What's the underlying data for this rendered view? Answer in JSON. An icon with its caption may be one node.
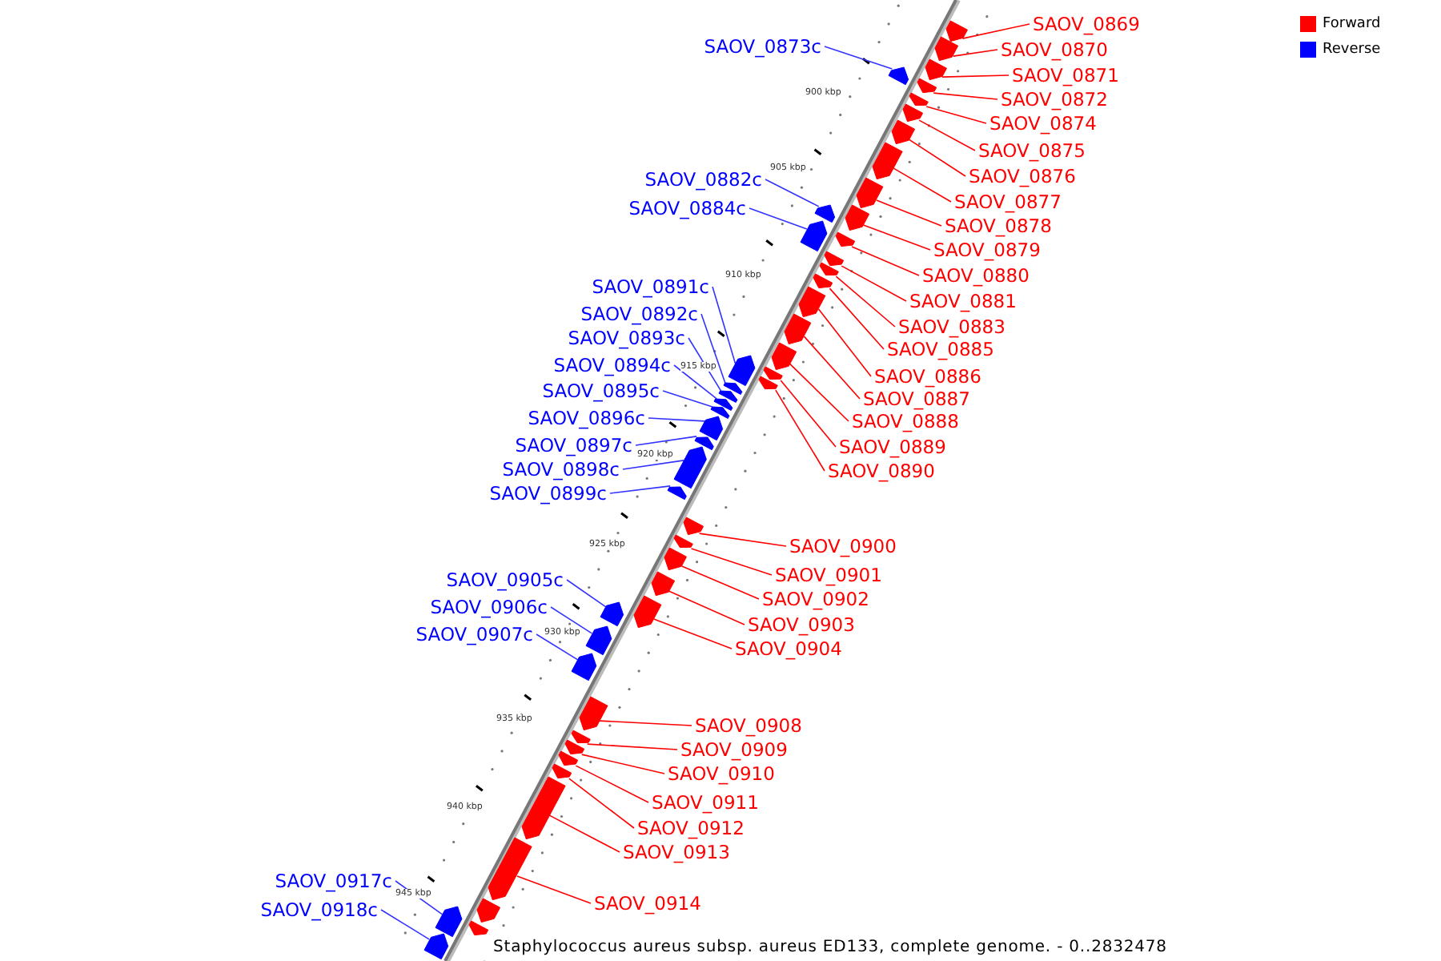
{
  "diagram": {
    "caption": "Staphylococcus aureus subsp. aureus ED133, complete genome. - 0..2832478",
    "nodes": [
      {
        "text": [
          "SAOV_0869"
        ]
      },
      {
        "text": [],
        "shape": "arrow"
      },
      {
        "text": [
          "SAOV_0873c"
        ]
      },
      {
        "text": [],
        "shape": "arrow"
      },
      {
        "text": [
          "SAOV_0870"
        ]
      },
      {
        "text": [],
        "shape": "arrow"
      },
      {
        "text": [
          "SAOV_0871"
        ]
      },
      {
        "text": [],
        "shape": "arrow"
      },
      {
        "text": [
          "SAOV_0872"
        ]
      },
      {
        "text": [],
        "shape": "arrow"
      },
      {
        "text": [
          "SAOV_0874"
        ]
      },
      {
        "text": [],
        "shape": "arrow"
      },
      {
        "text": [
          "SAOV_0875"
        ]
      },
      {
        "text": [],
        "shape": "arrow"
      },
      {
        "text": [
          "SAOV_0876"
        ]
      },
      {
        "text": [],
        "shape": "arrow"
      },
      {
        "text": [
          "SAOV_0882c"
        ]
      },
      {
        "text": [],
        "shape": "arrow"
      },
      {
        "text": [
          "SAOV_0877"
        ]
      },
      {
        "text": [],
        "shape": "arrow"
      },
      {
        "text": [
          "SAOV_0884c"
        ]
      },
      {
        "text": [],
        "shape": "arrow"
      },
      {
        "text": [
          "SAOV_0878"
        ]
      },
      {
        "text": [],
        "shape": "arrow"
      },
      {
        "text": [
          "SAOV_0879"
        ]
      },
      {
        "text": [],
        "shape": "arrow"
      },
      {
        "text": [
          "SAOV_0880"
        ]
      },
      {
        "text": [],
        "shape": "arrow"
      },
      {
        "text": [
          "SAOV_0891c"
        ]
      },
      {
        "text": [],
        "shape": "arrow"
      },
      {
        "text": [
          "SAOV_0881"
        ]
      },
      {
        "text": [],
        "shape": "arrow"
      },
      {
        "text": [
          "SAOV_0892c"
        ]
      },
      {
        "text": [],
        "shape": "arrow"
      },
      {
        "text": [
          "SAOV_0883"
        ]
      },
      {
        "text": [],
        "shape": "arrow"
      },
      {
        "text": [
          "SAOV_0893c"
        ]
      },
      {
        "text": [],
        "shape": "arrow"
      },
      {
        "text": [
          "SAOV_0885"
        ]
      },
      {
        "text": [],
        "shape": "arrow"
      },
      {
        "text": [
          "SAOV_0894c"
        ]
      },
      {
        "text": [],
        "shape": "arrow"
      },
      {
        "text": [
          "SAOV_0886"
        ]
      },
      {
        "text": [],
        "shape": "arrow"
      },
      {
        "text": [
          "SAOV_0895c"
        ]
      },
      {
        "text": [],
        "shape": "arrow"
      },
      {
        "text": [
          "SAOV_0887"
        ]
      },
      {
        "text": [],
        "shape": "arrow"
      },
      {
        "text": [
          "SAOV_0896c"
        ]
      },
      {
        "text": [],
        "shape": "arrow"
      },
      {
        "text": [
          "SAOV_0888"
        ]
      },
      {
        "text": [],
        "shape": "arrow"
      },
      {
        "text": [
          "SAOV_0897c"
        ]
      },
      {
        "text": [],
        "shape": "arrow"
      },
      {
        "text": [
          "SAOV_0889"
        ]
      },
      {
        "text": [],
        "shape": "arrow"
      },
      {
        "text": [
          "SAOV_0898c"
        ]
      },
      {
        "text": [],
        "shape": "arrow"
      },
      {
        "text": [
          "SAOV_0890"
        ]
      },
      {
        "text": [],
        "shape": "arrow"
      },
      {
        "text": [
          "SAOV_0899c"
        ]
      },
      {
        "text": [],
        "shape": "arrow"
      },
      {
        "text": [
          "SAOV_0900"
        ]
      },
      {
        "text": [],
        "shape": "arrow"
      },
      {
        "text": [
          "SAOV_0901"
        ]
      },
      {
        "text": [],
        "shape": "arrow"
      },
      {
        "text": [
          "SAOV_0905c"
        ]
      },
      {
        "text": [],
        "shape": "arrow"
      },
      {
        "text": [
          "SAOV_0902"
        ]
      },
      {
        "text": [],
        "shape": "arrow"
      },
      {
        "text": [
          "SAOV_0906c"
        ]
      },
      {
        "text": [],
        "shape": "arrow"
      },
      {
        "text": [
          "SAOV_0903"
        ]
      },
      {
        "text": [],
        "shape": "arrow"
      },
      {
        "text": [
          "SAOV_0907c"
        ]
      },
      {
        "text": [],
        "shape": "arrow"
      },
      {
        "text": [
          "SAOV_0904"
        ]
      },
      {
        "text": [],
        "shape": "arrow"
      },
      {
        "text": [
          "SAOV_0908"
        ]
      },
      {
        "text": [],
        "shape": "arrow"
      },
      {
        "text": [
          "SAOV_0909"
        ]
      },
      {
        "text": [],
        "shape": "arrow"
      },
      {
        "text": [
          "SAOV_0910"
        ]
      },
      {
        "text": [],
        "shape": "arrow"
      },
      {
        "text": [
          "SAOV_0911"
        ]
      },
      {
        "text": [],
        "shape": "arrow"
      },
      {
        "text": [
          "SAOV_0912"
        ]
      },
      {
        "text": [],
        "shape": "arrow"
      },
      {
        "text": [
          "SAOV_0913"
        ]
      },
      {
        "text": [],
        "shape": "arrow"
      },
      {
        "text": [
          "SAOV_0917c"
        ]
      },
      {
        "text": [],
        "shape": "arrow"
      },
      {
        "text": [
          "SAOV_0914"
        ]
      },
      {
        "text": [],
        "shape": "arrow"
      },
      {
        "text": [
          "SAOV_0918c"
        ]
      },
      {
        "text": [],
        "shape": "arrow"
      },
      {
        "text": [],
        "shape": "arrow"
      },
      {
        "text": [],
        "shape": "arrow"
      }
    ],
    "edges": [
      {
        "from": 0,
        "to": 1,
        "arrow": "none"
      },
      {
        "from": 2,
        "to": 3,
        "arrow": "none",
        "color": "#3333ff"
      },
      {
        "from": 4,
        "to": 5,
        "arrow": "none"
      },
      {
        "from": 6,
        "to": 7,
        "arrow": "none"
      },
      {
        "from": 8,
        "to": 9,
        "arrow": "none"
      },
      {
        "from": 10,
        "to": 11,
        "arrow": "none"
      },
      {
        "from": 12,
        "to": 13,
        "arrow": "none"
      },
      {
        "from": 14,
        "to": 15,
        "arrow": "none"
      },
      {
        "from": 16,
        "to": 17,
        "arrow": "none",
        "color": "#3333ff"
      },
      {
        "from": 18,
        "to": 19,
        "arrow": "none"
      },
      {
        "from": 20,
        "to": 21,
        "arrow": "none",
        "color": "#3333ff"
      },
      {
        "from": 22,
        "to": 23,
        "arrow": "none"
      },
      {
        "from": 24,
        "to": 25,
        "arrow": "none"
      },
      {
        "from": 26,
        "to": 27,
        "arrow": "none"
      },
      {
        "from": 28,
        "to": 29,
        "arrow": "none",
        "color": "#3333ff"
      },
      {
        "from": 30,
        "to": 31,
        "arrow": "none"
      },
      {
        "from": 32,
        "to": 33,
        "arrow": "none",
        "color": "#3333ff"
      },
      {
        "from": 34,
        "to": 35,
        "arrow": "none"
      },
      {
        "from": 36,
        "to": 37,
        "arrow": "none",
        "color": "#3333ff"
      },
      {
        "from": 38,
        "to": 39,
        "arrow": "none"
      },
      {
        "from": 40,
        "to": 41,
        "arrow": "none",
        "color": "#3333ff"
      },
      {
        "from": 42,
        "to": 43,
        "arrow": "none"
      },
      {
        "from": 44,
        "to": 45,
        "arrow": "none",
        "color": "#3333ff"
      },
      {
        "from": 46,
        "to": 47,
        "arrow": "none"
      },
      {
        "from": 48,
        "to": 49,
        "arrow": "none",
        "color": "#3333ff"
      },
      {
        "from": 50,
        "to": 51,
        "arrow": "none"
      },
      {
        "from": 52,
        "to": 53,
        "arrow": "none",
        "color": "#3333ff"
      },
      {
        "from": 54,
        "to": 55,
        "arrow": "none"
      },
      {
        "from": 56,
        "to": 57,
        "arrow": "none",
        "color": "#3333ff"
      },
      {
        "from": 58,
        "to": 59,
        "arrow": "none"
      },
      {
        "from": 60,
        "to": 61,
        "arrow": "none",
        "color": "#3333ff"
      },
      {
        "from": 62,
        "to": 63,
        "arrow": "none"
      },
      {
        "from": 64,
        "to": 65,
        "arrow": "none"
      },
      {
        "from": 66,
        "to": 67,
        "arrow": "none",
        "color": "#3333ff"
      },
      {
        "from": 68,
        "to": 69,
        "arrow": "none"
      },
      {
        "from": 70,
        "to": 71,
        "arrow": "none",
        "color": "#3333ff"
      },
      {
        "from": 72,
        "to": 73,
        "arrow": "none"
      },
      {
        "from": 74,
        "to": 75,
        "arrow": "none",
        "color": "#3333ff"
      },
      {
        "from": 76,
        "to": 77,
        "arrow": "none"
      },
      {
        "from": 78,
        "to": 79,
        "arrow": "none"
      },
      {
        "from": 80,
        "to": 81,
        "arrow": "none"
      },
      {
        "from": 82,
        "to": 83,
        "arrow": "none"
      },
      {
        "from": 84,
        "to": 85,
        "arrow": "none"
      },
      {
        "from": 86,
        "to": 87,
        "arrow": "none"
      },
      {
        "from": 88,
        "to": 89,
        "arrow": "none"
      },
      {
        "from": 90,
        "to": 91,
        "arrow": "none",
        "color": "#3333ff"
      },
      {
        "from": 92,
        "to": 93,
        "arrow": "none"
      },
      {
        "from": 94,
        "to": 95,
        "arrow": "none",
        "color": "#3333ff"
      }
    ],
    "labels": [
      "900 kbp",
      "905 kbp",
      "910 kbp",
      "915 kbp",
      "920 kbp",
      "925 kbp",
      "930 kbp",
      "935 kbp",
      "940 kbp",
      "945 kbp"
    ],
    "legend": [
      {
        "text": "Forward",
        "color": "#ff0000"
      },
      {
        "text": "Reverse",
        "color": "#0000ff"
      }
    ]
  }
}
